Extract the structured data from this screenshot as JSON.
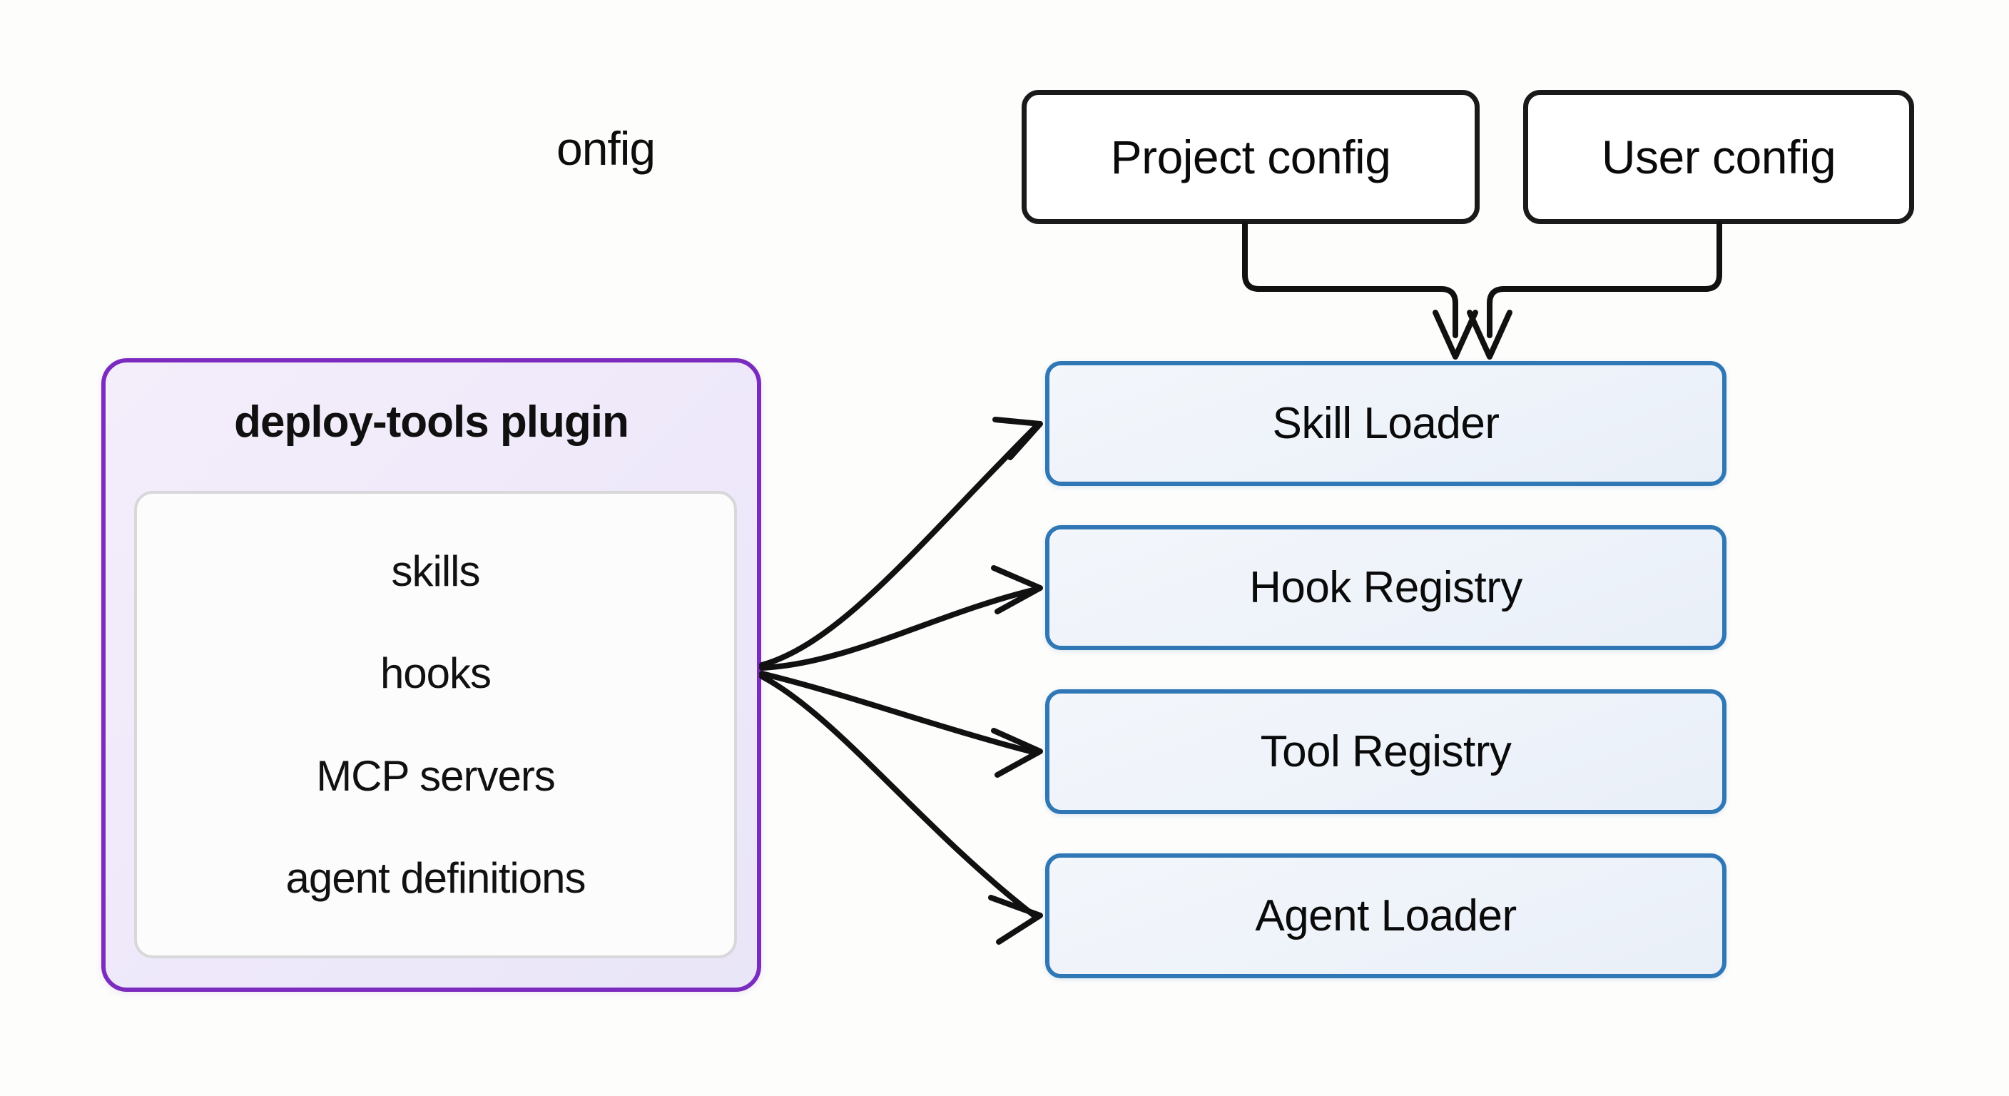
{
  "diagram": {
    "title_fragment": "onfig",
    "background_color": "#fdfdfc",
    "config_nodes": [
      {
        "label": "Project config",
        "border_color": "#1a1a1a",
        "fill_color": "#ffffff"
      },
      {
        "label": "User config",
        "border_color": "#1a1a1a",
        "fill_color": "#ffffff"
      }
    ],
    "plugin": {
      "title": "deploy-tools plugin",
      "border_color": "#7b2cbf",
      "fill_color": "#efe9fa",
      "items": [
        {
          "label": "skills"
        },
        {
          "label": "hooks"
        },
        {
          "label": "MCP servers"
        },
        {
          "label": "agent definitions"
        }
      ]
    },
    "targets": [
      {
        "label": "Skill Loader",
        "border_color": "#2f77b5",
        "fill_color": "#eef3fa"
      },
      {
        "label": "Hook Registry",
        "border_color": "#2f77b5",
        "fill_color": "#eef3fa"
      },
      {
        "label": "Tool Registry",
        "border_color": "#2f77b5",
        "fill_color": "#eef3fa"
      },
      {
        "label": "Agent Loader",
        "border_color": "#2f77b5",
        "fill_color": "#eef3fa"
      }
    ],
    "edges": [
      {
        "from": "deploy-tools plugin",
        "to": "Skill Loader",
        "style": "curved-arrow"
      },
      {
        "from": "deploy-tools plugin",
        "to": "Hook Registry",
        "style": "curved-arrow"
      },
      {
        "from": "deploy-tools plugin",
        "to": "Tool Registry",
        "style": "curved-arrow"
      },
      {
        "from": "deploy-tools plugin",
        "to": "Agent Loader",
        "style": "curved-arrow"
      },
      {
        "from": "Project config",
        "to": "Skill Loader",
        "style": "orthogonal-arrow"
      },
      {
        "from": "User config",
        "to": "Skill Loader",
        "style": "orthogonal-arrow"
      }
    ]
  }
}
